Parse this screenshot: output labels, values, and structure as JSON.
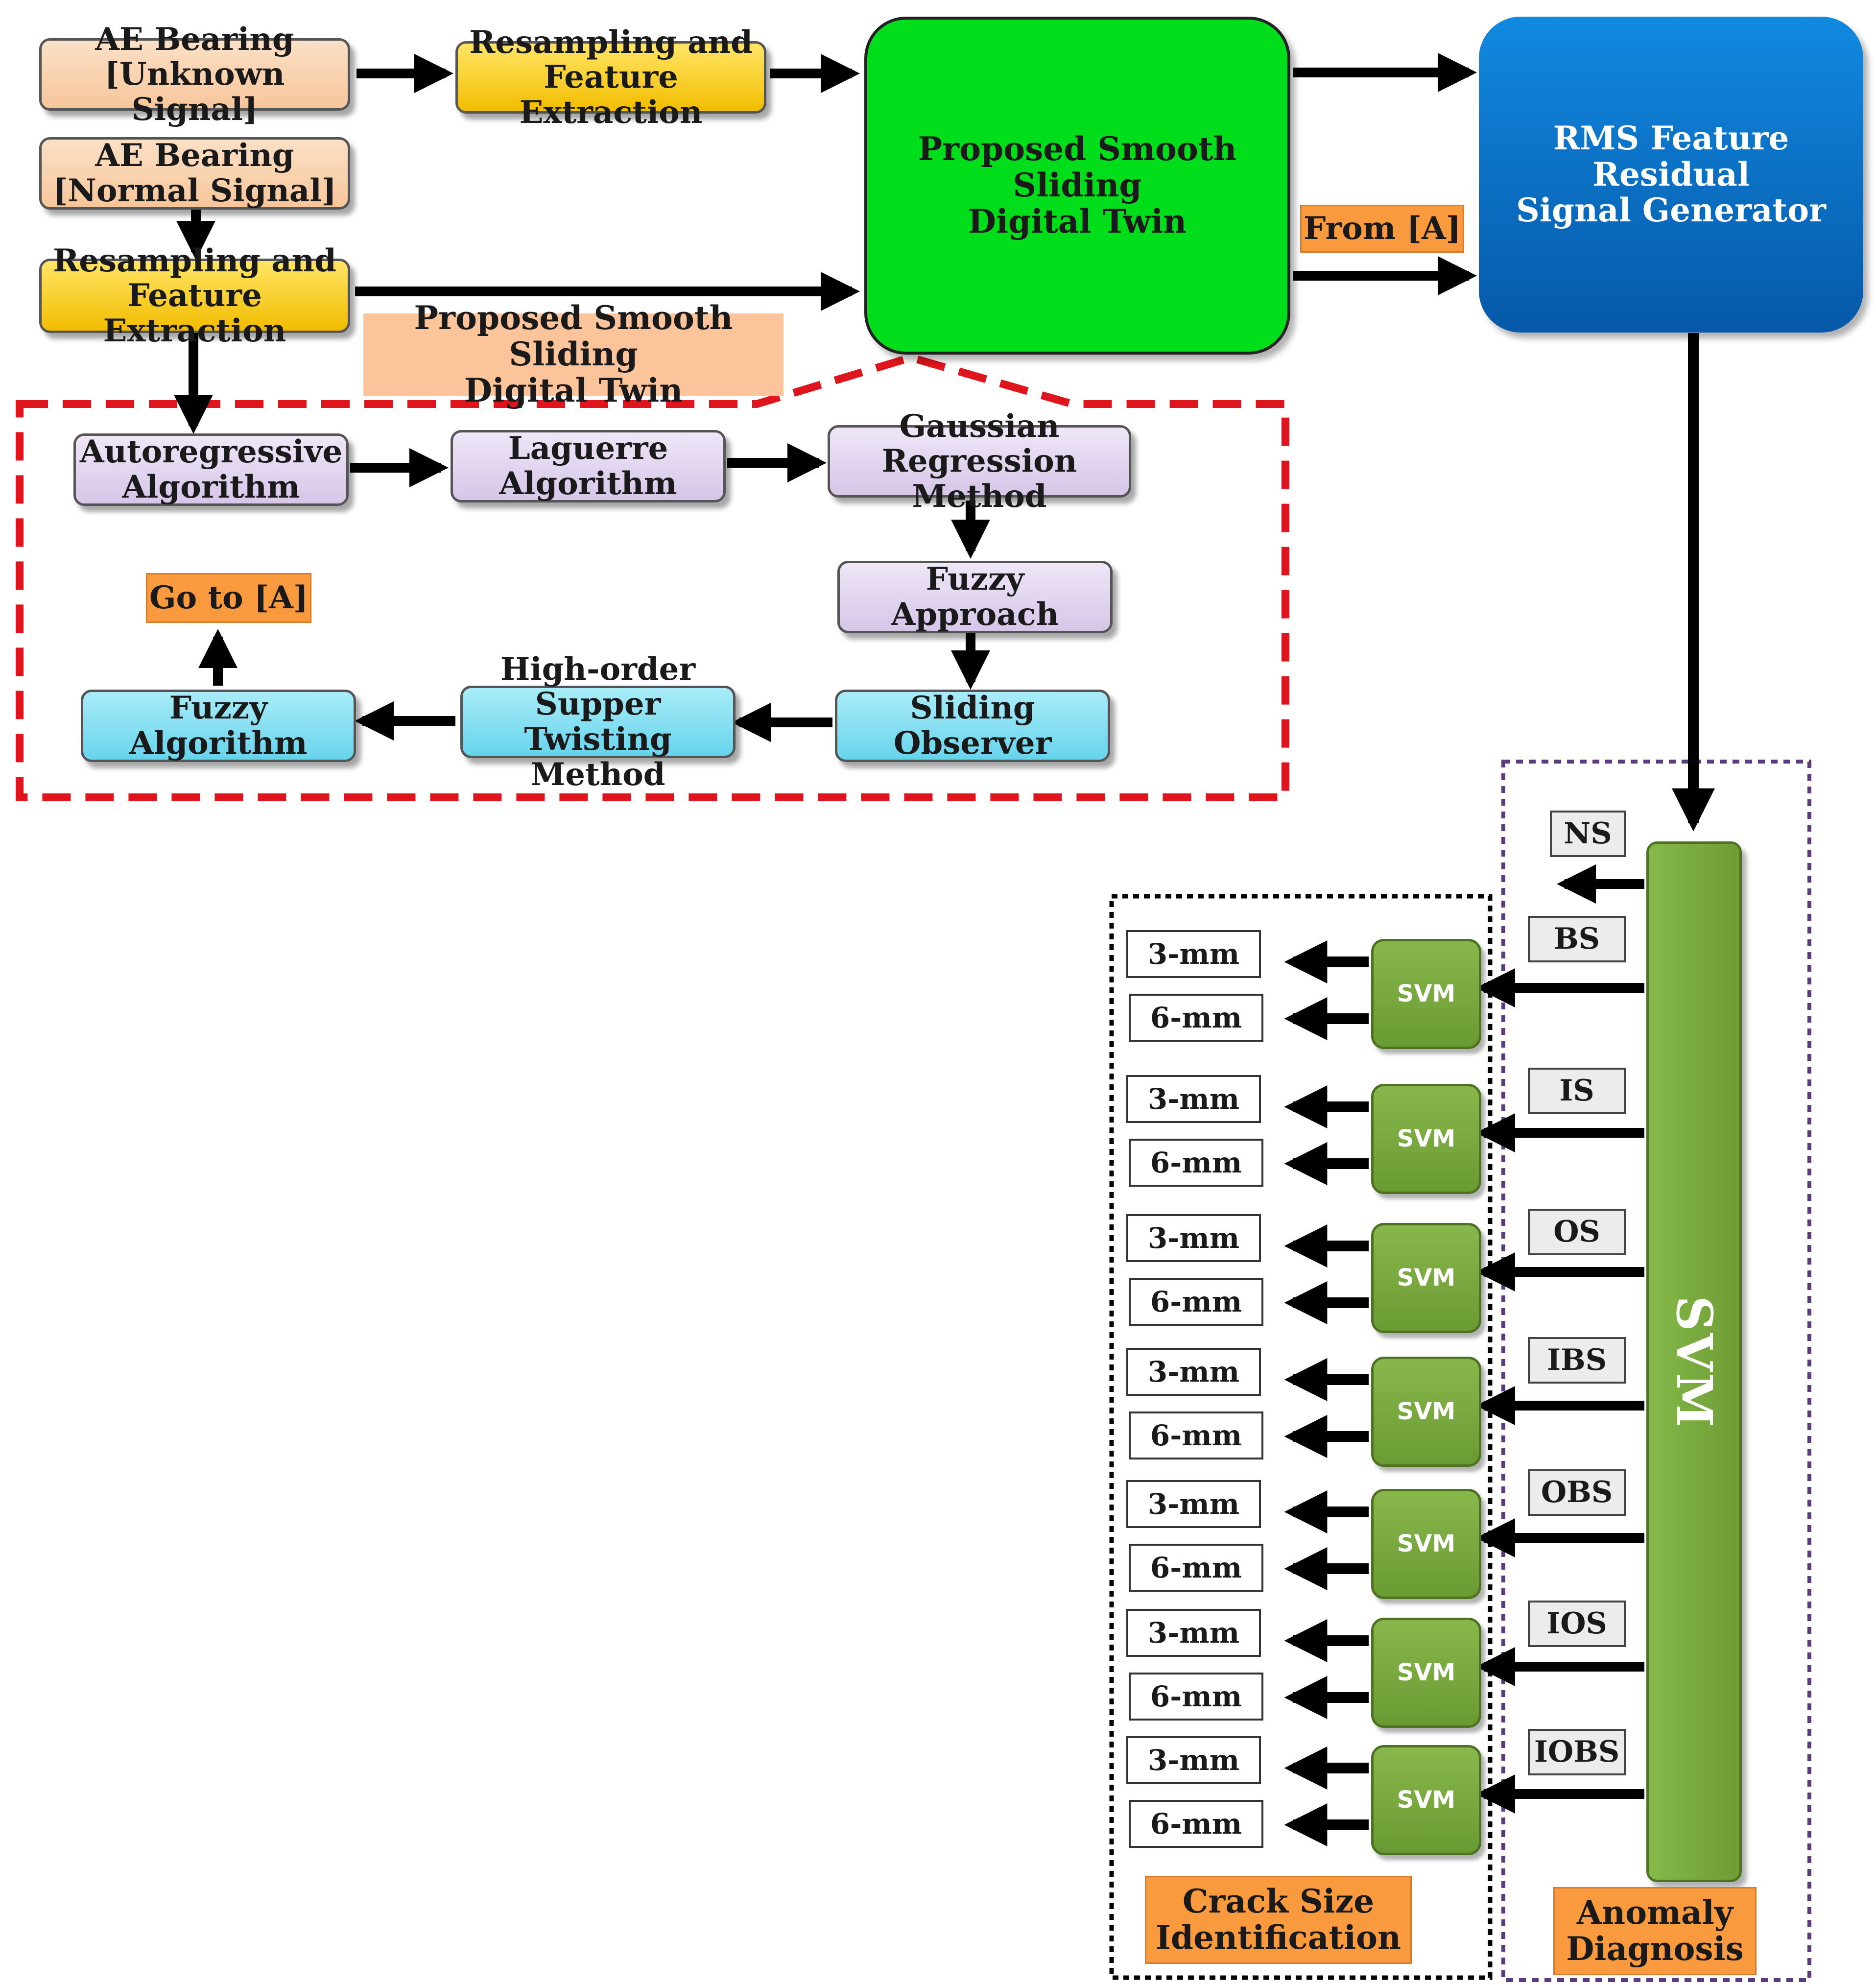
{
  "inputs": {
    "ae_unknown": "AE Bearing\n[Unknown Signal]",
    "ae_normal": "AE Bearing\n[Normal Signal]",
    "resample_top": "Resampling and\nFeature Extraction",
    "resample_left": "Resampling and\nFeature Extraction"
  },
  "twin": {
    "main": "Proposed Smooth Sliding\nDigital Twin",
    "callout": "Proposed Smooth Sliding\nDigital Twin"
  },
  "rms_generator": "RMS Feature Residual\nSignal Generator",
  "connectors": {
    "from_a": "From [A]",
    "go_to_a": "Go to [A]"
  },
  "pipeline": {
    "autoregressive": "Autoregressive\nAlgorithm",
    "laguerre": "Laguerre\nAlgorithm",
    "gaussian": "Gaussian Regression\nMethod",
    "fuzzy_approach": "Fuzzy Approach",
    "sliding_observer": "Sliding Observer",
    "high_order": "High-order Supper\nTwisting Method",
    "fuzzy_algorithm": "Fuzzy Algorithm"
  },
  "main_svm": "SVM",
  "classes": [
    "NS",
    "BS",
    "IS",
    "OS",
    "IBS",
    "OBS",
    "IOS",
    "IOBS"
  ],
  "sub_svm_label": "SVM",
  "crack_sizes": [
    "3-mm",
    "6-mm"
  ],
  "panels": {
    "crack": "Crack Size\nIdentification",
    "anomaly": "Anomaly\nDiagnosis"
  },
  "colors": {
    "green_twin": "#00dd1a",
    "rms_blue": "#0a6bc8",
    "svm_green": "#77a83d",
    "red_dashed": "#e0141c",
    "purple_dotted": "#5a3c7c",
    "orange_label": "#f99a3f"
  }
}
